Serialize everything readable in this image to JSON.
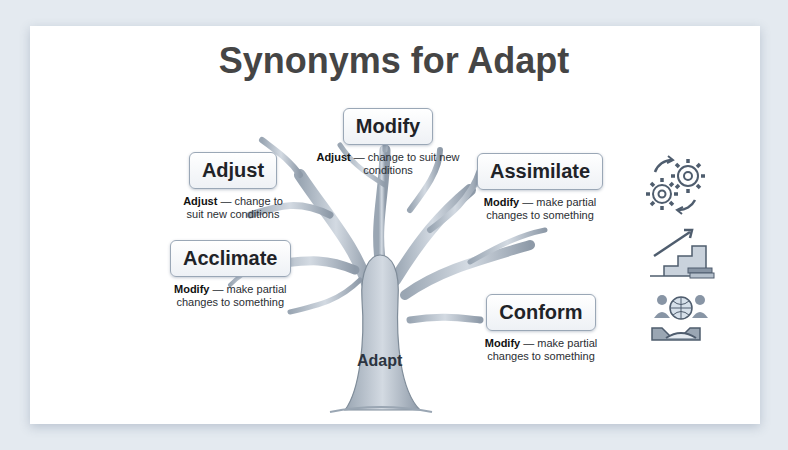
{
  "diagram": {
    "title": "Synonyms for Adapt",
    "nodes": [
      {
        "text": [
          "Modify",
          "Adjust — change to suit new conditions"
        ]
      },
      {
        "text": [
          "Adjust",
          "Adjust — change to suit new conditions"
        ]
      },
      {
        "text": [
          "Assimilate",
          "Modify — make partial changes to something"
        ]
      },
      {
        "text": [
          "Acclimate",
          "Modify — make partial changes to something"
        ]
      },
      {
        "text": [
          "Conform",
          "Modify — make partial changes to something"
        ]
      }
    ],
    "labels": [
      "Adapt"
    ]
  }
}
